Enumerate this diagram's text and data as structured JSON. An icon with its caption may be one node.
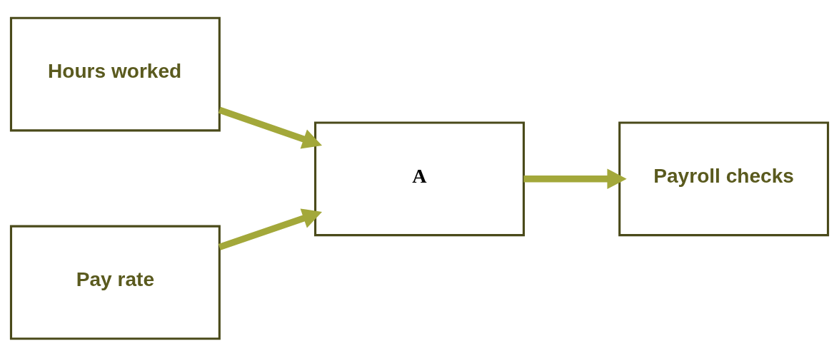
{
  "diagram": {
    "nodes": [
      {
        "text": [
          "Hours worked"
        ]
      },
      {
        "text": [
          "Pay rate"
        ]
      },
      {
        "text": [
          "A"
        ]
      },
      {
        "text": [
          "Payroll checks"
        ]
      }
    ],
    "edges": [
      {
        "from": 0,
        "to": 2,
        "arrow": "to"
      },
      {
        "from": 1,
        "to": 2,
        "arrow": "to"
      },
      {
        "from": 2,
        "to": 3,
        "arrow": "to"
      }
    ]
  }
}
